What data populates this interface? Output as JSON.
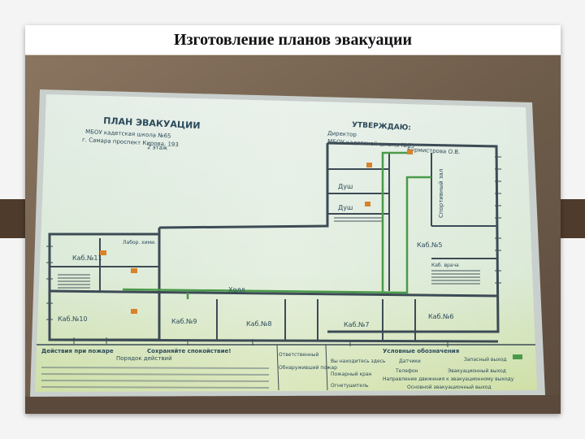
{
  "slide": {
    "title": "Изготовление планов эвакуации",
    "band_color": "#4e3b2c"
  },
  "photo": {
    "subject": "evacuation-plan-board",
    "header_left": [
      "ПЛАН ЭВАКУАЦИИ",
      "МБОУ кадетская школа №65",
      "г. Самара проспект Кирова, 193",
      "2 этаж"
    ],
    "header_right": [
      "УТВЕРЖДАЮ:",
      "Директор",
      "МБОУ кадетской школы №65",
      "Бурмистрова О.В."
    ],
    "rooms": [
      "Каб.№11",
      "Каб.№10",
      "Каб.№9",
      "Каб.№8",
      "Каб.№7",
      "Каб.№6",
      "Каб.№5",
      "Холл",
      "Спортивный зал",
      "Душ",
      "Душ",
      "Лабор. хими.",
      "Каб. врача"
    ],
    "legend_title": "Условные обозначения",
    "legend_items": [
      "Вы находитесь здесь",
      "Датчики",
      "Запасный выход",
      "Телефон",
      "Эвакуационный выход",
      "Пожарный кран",
      "Направление движения к эвакуационному выходу",
      "Огнетушитель",
      "Основной эвакуационный выход"
    ],
    "instructions_title": "Действия при пожаре",
    "instructions_subtitle": "Порядок действий",
    "instructions_col2": "Сохраняйте спокойствие!",
    "instructions_col3": [
      "Ответственный",
      "Обнаруживший пожар"
    ]
  }
}
